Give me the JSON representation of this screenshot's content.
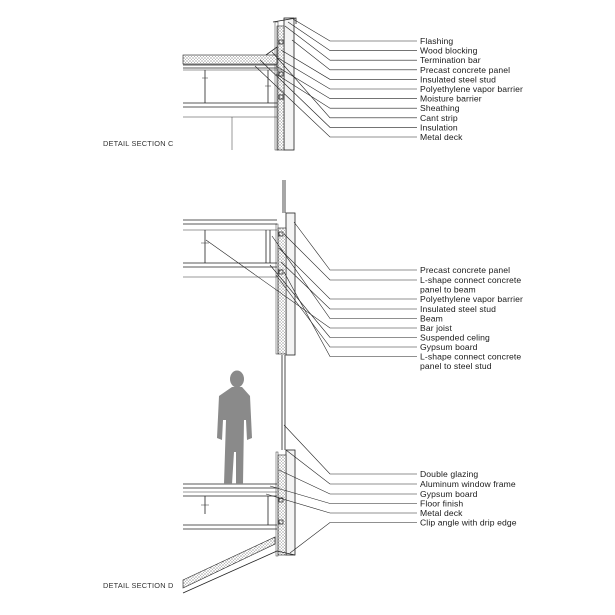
{
  "sections": {
    "c": {
      "title": "DETAIL SECTION C",
      "labels": [
        "Flashing",
        "Wood blocking",
        "Termination bar",
        "Precast concrete panel",
        "Insulated steel stud",
        "Polyethylene vapor barrier",
        "Moisture barrier",
        "Sheathing",
        "Cant strip",
        "Insulation",
        "Metal deck"
      ]
    },
    "d": {
      "title": "DETAIL SECTION D",
      "labels_upper": [
        "Precast concrete panel",
        "L-shape connect concrete panel to beam",
        "Polyethylene vapor barrier",
        "Insulated steel stud",
        "Beam",
        "Bar joist",
        "Suspended celing",
        "Gypsum board",
        "L-shape connect concrete panel to steel stud"
      ],
      "labels_lower": [
        "Double glazing",
        "Aluminum window frame",
        "Gypsum board",
        "Floor finish",
        "Metal deck",
        "Clip angle with drip edge"
      ]
    }
  },
  "figure": {
    "description": "human-figure-silhouette",
    "color": "#8a8a8a"
  },
  "colors": {
    "ink": "#222222",
    "panel": "#f4f4f4",
    "figure": "#8a8a8a"
  }
}
